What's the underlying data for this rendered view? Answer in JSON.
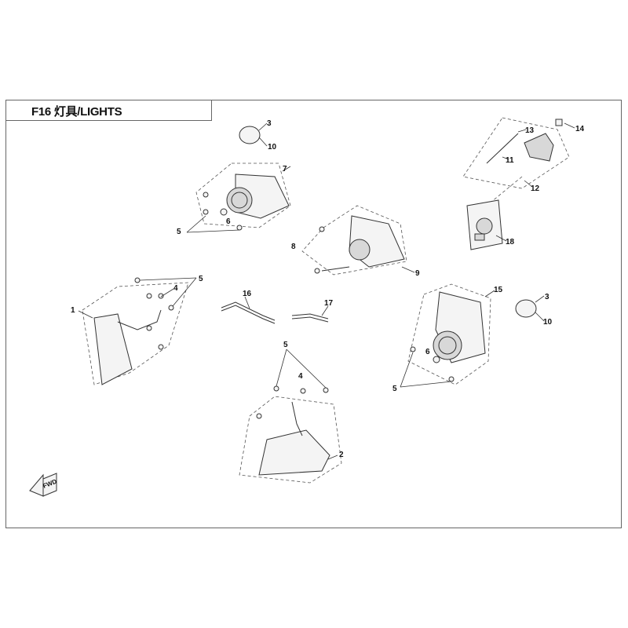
{
  "title": "F16  灯具/LIGHTS",
  "fwd_marker": "FWD",
  "callouts": [
    "3",
    "10",
    "7",
    "5",
    "6",
    "8",
    "9",
    "13",
    "14",
    "11",
    "12",
    "18",
    "5",
    "4",
    "1",
    "16",
    "17",
    "15",
    "3",
    "10",
    "5",
    "4",
    "6",
    "5",
    "2"
  ]
}
